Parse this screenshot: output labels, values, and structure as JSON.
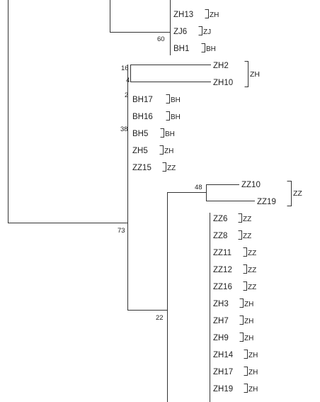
{
  "tree": {
    "line_color": "#333333",
    "leaves": [
      {
        "label": "ZH13",
        "group": "ZH"
      },
      {
        "label": "ZJ6",
        "group": "ZJ"
      },
      {
        "label": "BH1",
        "group": "BH"
      },
      {
        "label": "ZH2",
        "group": ""
      },
      {
        "label": "ZH10",
        "group": ""
      },
      {
        "label": "BH17",
        "group": "BH"
      },
      {
        "label": "BH16",
        "group": "BH"
      },
      {
        "label": "BH5",
        "group": "BH"
      },
      {
        "label": "ZH5",
        "group": "ZH"
      },
      {
        "label": "ZZ15",
        "group": "ZZ"
      },
      {
        "label": "ZZ10",
        "group": ""
      },
      {
        "label": "ZZ19",
        "group": ""
      },
      {
        "label": "ZZ6",
        "group": "ZZ"
      },
      {
        "label": "ZZ8",
        "group": "ZZ"
      },
      {
        "label": "ZZ11",
        "group": "ZZ"
      },
      {
        "label": "ZZ12",
        "group": "ZZ"
      },
      {
        "label": "ZZ16",
        "group": "ZZ"
      },
      {
        "label": "ZH3",
        "group": "ZH"
      },
      {
        "label": "ZH7",
        "group": "ZH"
      },
      {
        "label": "ZH9",
        "group": "ZH"
      },
      {
        "label": "ZH14",
        "group": "ZH"
      },
      {
        "label": "ZH17",
        "group": "ZH"
      },
      {
        "label": "ZH19",
        "group": "ZH"
      }
    ],
    "group_brackets": [
      {
        "label": "ZH",
        "leaves": [
          "ZH2",
          "ZH10"
        ]
      },
      {
        "label": "ZZ",
        "leaves": [
          "ZZ10",
          "ZZ19"
        ]
      }
    ],
    "bootstrap_values": [
      "60",
      "16",
      "4",
      "2",
      "38",
      "48",
      "73",
      "22"
    ]
  }
}
